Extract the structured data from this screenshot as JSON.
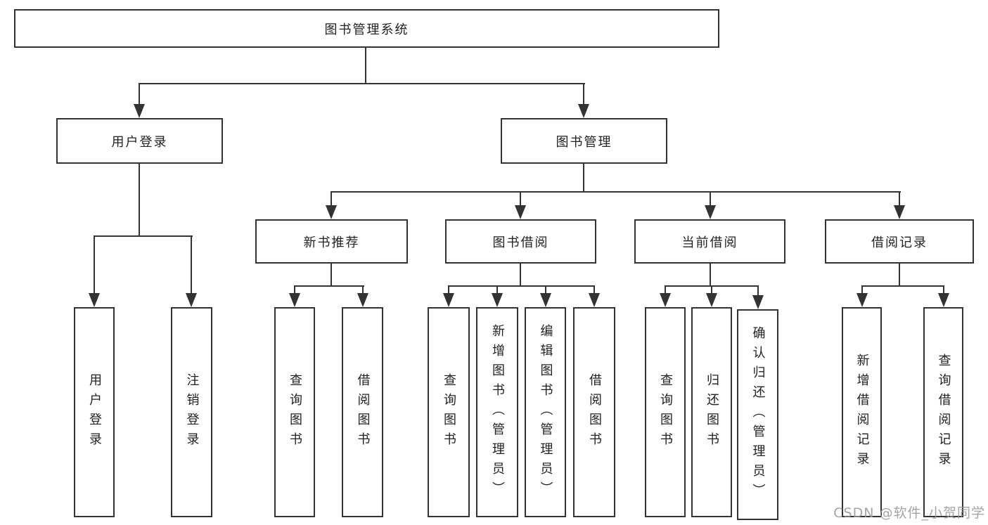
{
  "diagram": {
    "type": "hierarchy-tree",
    "orientation": "top-down",
    "colors": {
      "line": "#333333",
      "box_border": "#333333",
      "text": "#222222",
      "watermark": "#9b9b9b",
      "background": "#ffffff"
    }
  },
  "tree": {
    "label": "图书管理系统",
    "children": [
      {
        "label": "用户登录",
        "children": [
          {
            "label": "用户登录"
          },
          {
            "label": "注销登录"
          }
        ]
      },
      {
        "label": "图书管理",
        "children": [
          {
            "label": "新书推荐",
            "children": [
              {
                "label": "查询图书"
              },
              {
                "label": "借阅图书"
              }
            ]
          },
          {
            "label": "图书借阅",
            "children": [
              {
                "label": "查询图书"
              },
              {
                "label": "新增图书（管理员）"
              },
              {
                "label": "编辑图书（管理员）"
              },
              {
                "label": "借阅图书"
              }
            ]
          },
          {
            "label": "当前借阅",
            "children": [
              {
                "label": "查询图书"
              },
              {
                "label": "归还图书"
              },
              {
                "label": "确认归还（管理员）"
              }
            ]
          },
          {
            "label": "借阅记录",
            "children": [
              {
                "label": "新增借阅记录"
              },
              {
                "label": "查询借阅记录"
              }
            ]
          }
        ]
      }
    ]
  },
  "watermark": {
    "text": "CSDN @软件_小贺同学"
  }
}
